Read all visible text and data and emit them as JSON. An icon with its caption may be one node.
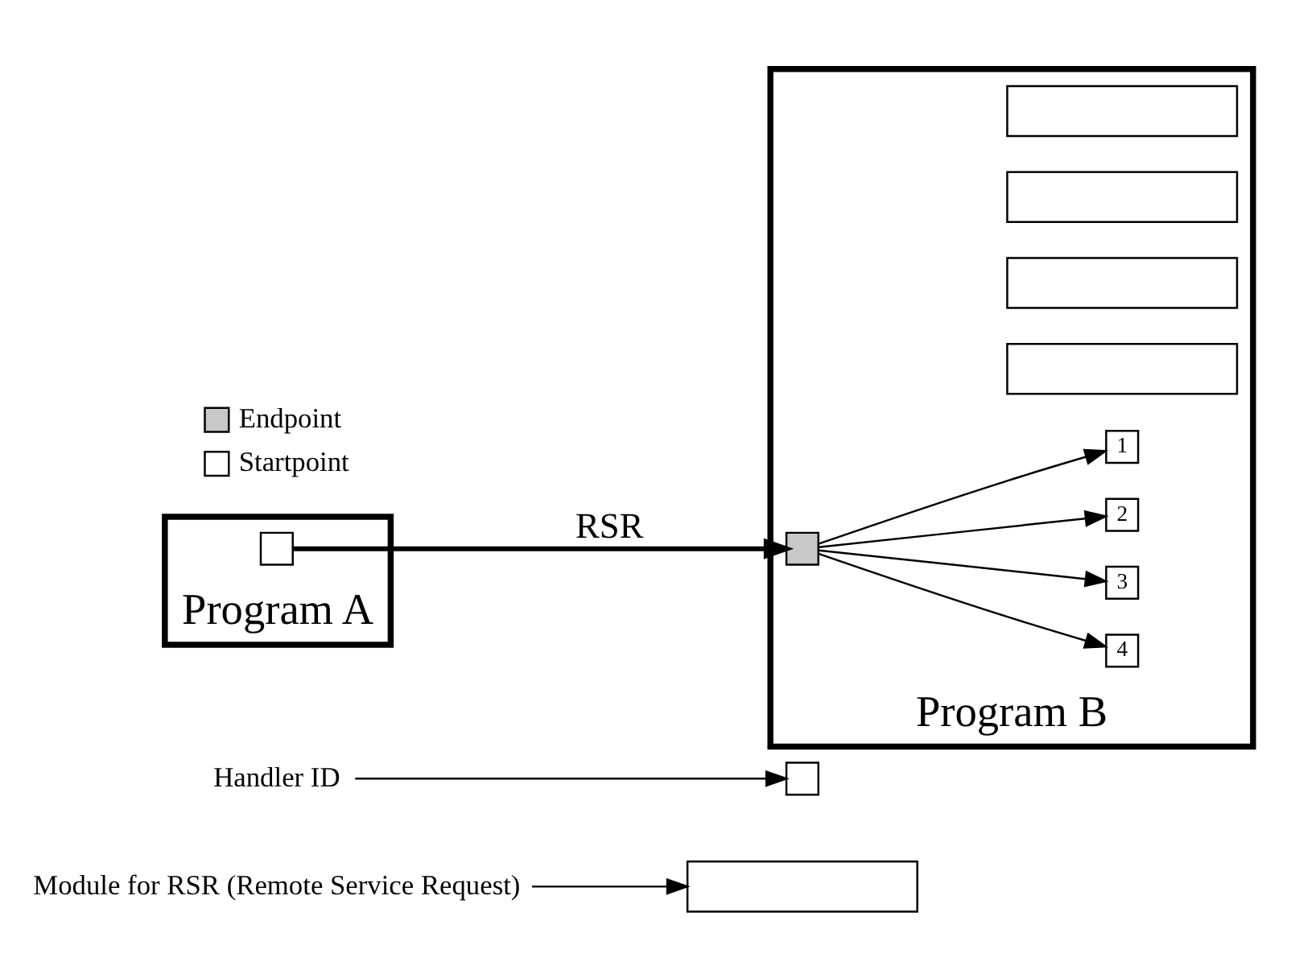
{
  "diagram": {
    "nodes": [
      {
        "text": [
          "Program A"
        ]
      },
      {
        "text": [],
        "shape": "box",
        "in": 0
      },
      {
        "text": [
          "Program B"
        ]
      },
      {
        "text": [],
        "shape": "box",
        "in": 2
      },
      {
        "text": [
          "1"
        ],
        "in": 2
      },
      {
        "text": [],
        "shape": "box",
        "in": 2
      },
      {
        "text": [
          "2"
        ],
        "in": 2
      },
      {
        "text": [],
        "shape": "box",
        "in": 2
      },
      {
        "text": [
          "3"
        ],
        "in": 2
      },
      {
        "text": [],
        "shape": "box",
        "in": 2
      },
      {
        "text": [
          "4"
        ],
        "in": 2
      },
      {
        "text": [],
        "shape": "box",
        "in": 2
      },
      {
        "text": [],
        "shape": "box"
      },
      {
        "text": [],
        "shape": "box"
      },
      {
        "text": [
          "Handler ID"
        ]
      },
      {
        "text": [
          "Module for RSR (Remote Service Request)"
        ]
      }
    ],
    "edges": [
      {
        "from": 1,
        "to": 3,
        "arrow": "to",
        "label": "RSR",
        "style": "thick"
      },
      {
        "from": 3,
        "to": 4,
        "arrow": "to"
      },
      {
        "from": 3,
        "to": 6,
        "arrow": "to"
      },
      {
        "from": 3,
        "to": 8,
        "arrow": "to"
      },
      {
        "from": 3,
        "to": 10,
        "arrow": "to"
      },
      {
        "from": 14,
        "to": 12,
        "arrow": "to"
      },
      {
        "from": 15,
        "to": 13,
        "arrow": "to"
      }
    ],
    "legend": [
      {
        "text": "Endpoint"
      },
      {
        "text": "Startpoint"
      }
    ]
  }
}
